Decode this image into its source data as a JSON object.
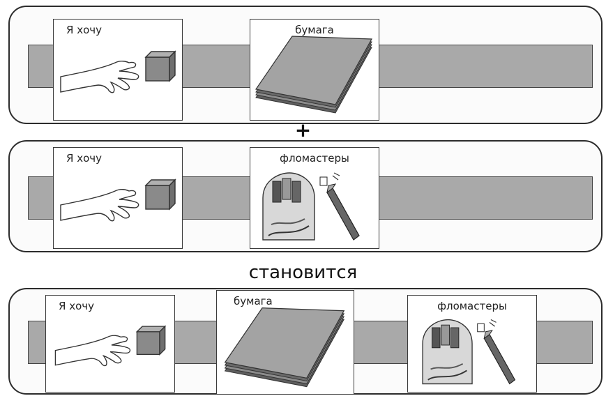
{
  "strips": [
    {
      "cards": [
        {
          "label": "Я хочу",
          "icon": "want-hand-icon"
        },
        {
          "label": "бумага",
          "icon": "paper-stack-icon"
        }
      ]
    },
    {
      "cards": [
        {
          "label": "Я хочу",
          "icon": "want-hand-icon"
        },
        {
          "label": "фломастеры",
          "icon": "markers-icon"
        }
      ]
    },
    {
      "cards": [
        {
          "label": "Я хочу",
          "icon": "want-hand-icon"
        },
        {
          "label": "бумага",
          "icon": "paper-stack-icon"
        },
        {
          "label": "фломастеры",
          "icon": "markers-icon"
        }
      ]
    }
  ],
  "connectors": {
    "plus": "+",
    "becomes": "становится"
  },
  "colors": {
    "band": "#a9a9a9",
    "cube": "#8a8a8a",
    "paper": "#9a9a9a",
    "outline": "#2c2c2c"
  }
}
